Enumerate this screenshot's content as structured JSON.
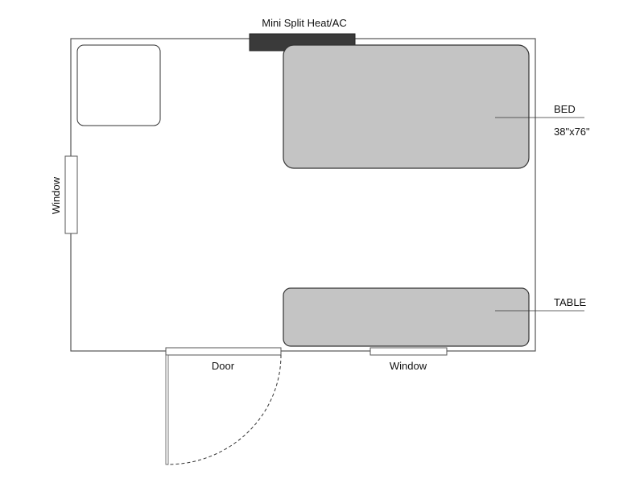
{
  "colors": {
    "wall": "#555555",
    "furniture_fill": "#c4c4c4",
    "furniture_stroke": "#333333",
    "hvac_fill": "#3a3a3a",
    "background": "#ffffff"
  },
  "labels": {
    "hvac": "Mini Split Heat/AC",
    "bed": "BED",
    "bed_size": "38\"x76\"",
    "table": "TABLE",
    "window_left": "Window",
    "window_bottom": "Window",
    "door": "Door"
  }
}
